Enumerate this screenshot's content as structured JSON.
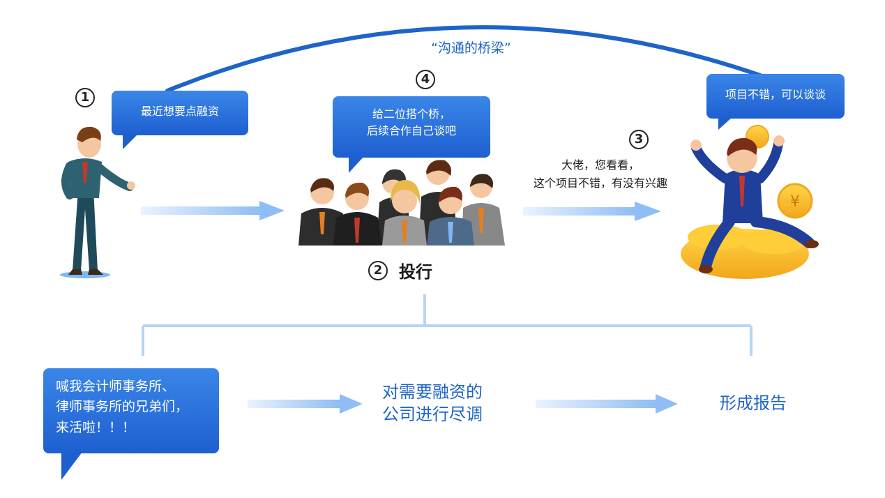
{
  "bridge_label": "“沟通的桥梁”",
  "steps": {
    "s1": "1",
    "s2": "2",
    "s3": "3",
    "s4": "4"
  },
  "investment_bank_label": "投行",
  "bubbles": {
    "founder": "最近想要点融资",
    "bank": [
      "给二位搭个桥，",
      "后续合作自己谈吧"
    ],
    "investor": "项目不错，可以谈谈",
    "accountants": [
      "喊我会计师事务所、",
      "律师事务所的兄弟们，",
      "来活啦！！！"
    ]
  },
  "pitch_text": [
    "大佬，您看看，",
    "这个项目不错，有没有兴趣"
  ],
  "due_diligence": [
    "对需要融资的",
    "公司进行尽调"
  ],
  "report": "形成报告",
  "colors": {
    "accent": "#1e64c8",
    "bubble": "#2a6fdb",
    "arrow": "#9ec5f5",
    "connector": "#b8d4f5"
  }
}
